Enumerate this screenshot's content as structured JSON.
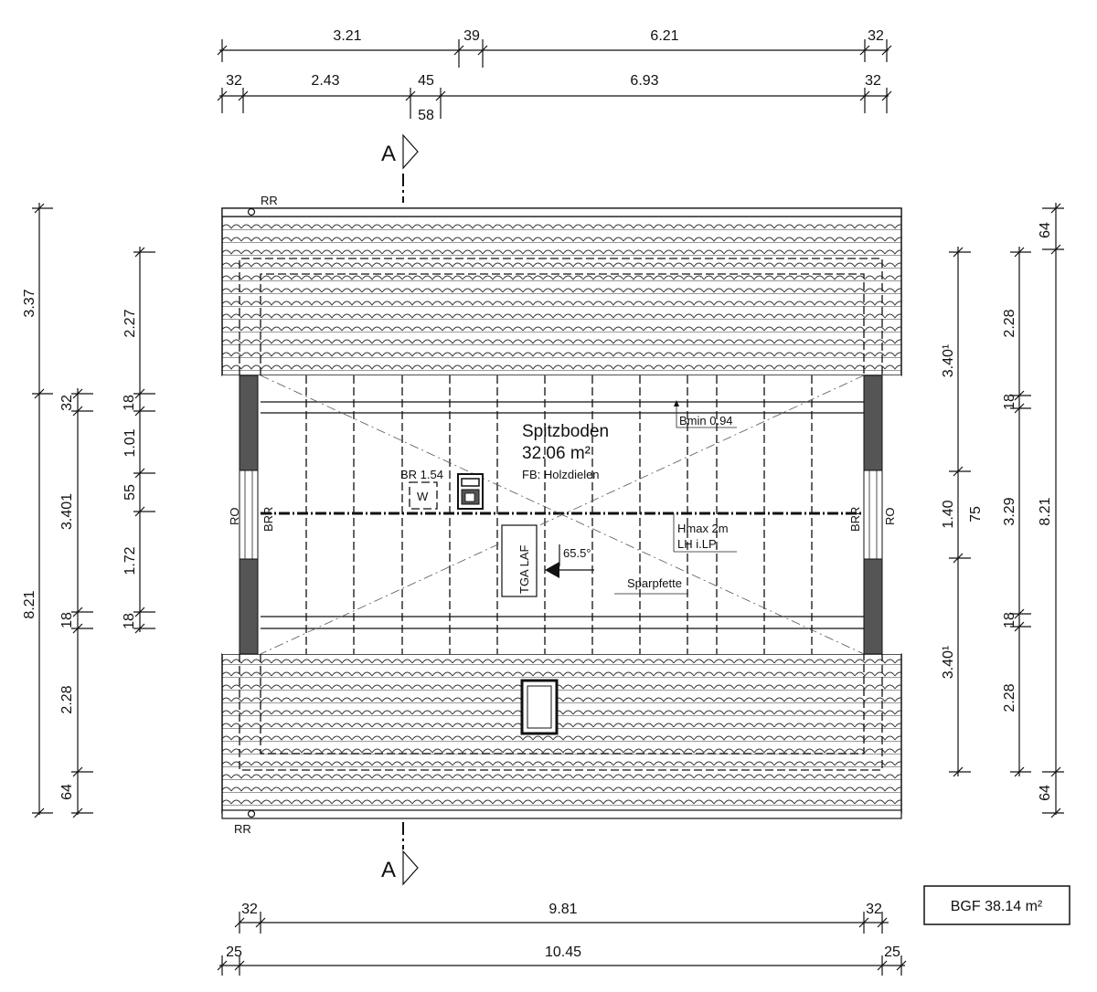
{
  "dimensions": {
    "top_row1": [
      "3.21",
      "39",
      "6.21",
      "32"
    ],
    "top_row2": [
      "32",
      "2.43",
      "45",
      "6.93",
      "32"
    ],
    "top_row2_below": "58",
    "left_outer": [
      "3.37",
      "8.21"
    ],
    "left_mid": [
      "32",
      "3.401",
      "18",
      "2.28",
      "64"
    ],
    "left_inner": [
      "2.27",
      "18",
      "1.01",
      "55",
      "1.72",
      "18"
    ],
    "right_inner": [
      "3.40¹",
      "1.40",
      "3.40¹"
    ],
    "right_mid": [
      "75"
    ],
    "right_mid2": [
      "2.28",
      "18",
      "3.29",
      "18",
      "2.28"
    ],
    "right_outer": [
      "64",
      "8.21",
      "64"
    ],
    "bottom_row1": [
      "32",
      "9.81",
      "32"
    ],
    "bottom_row2": [
      "25",
      "10.45",
      "25"
    ]
  },
  "labels": {
    "section_top": "A",
    "section_bottom": "A",
    "rr_top": "RR",
    "rr_bottom": "RR",
    "ro_left": "RO",
    "ro_right": "RO",
    "brr_left": "BRR",
    "brr_right": "BRR",
    "room_name": "Spitzboden",
    "room_area": "32.06 m²",
    "floor": "FB: Holzdielen",
    "br": "BR 1.54",
    "bmin": "Bmin 0.94",
    "hmax": "Hmax 2m",
    "lh": "LH i.LP.",
    "angle": "65.5°",
    "sparpfette": "Sparpfette",
    "tga": "TGA LAF",
    "w": "W"
  },
  "bgf": "BGF 38.14 m²"
}
